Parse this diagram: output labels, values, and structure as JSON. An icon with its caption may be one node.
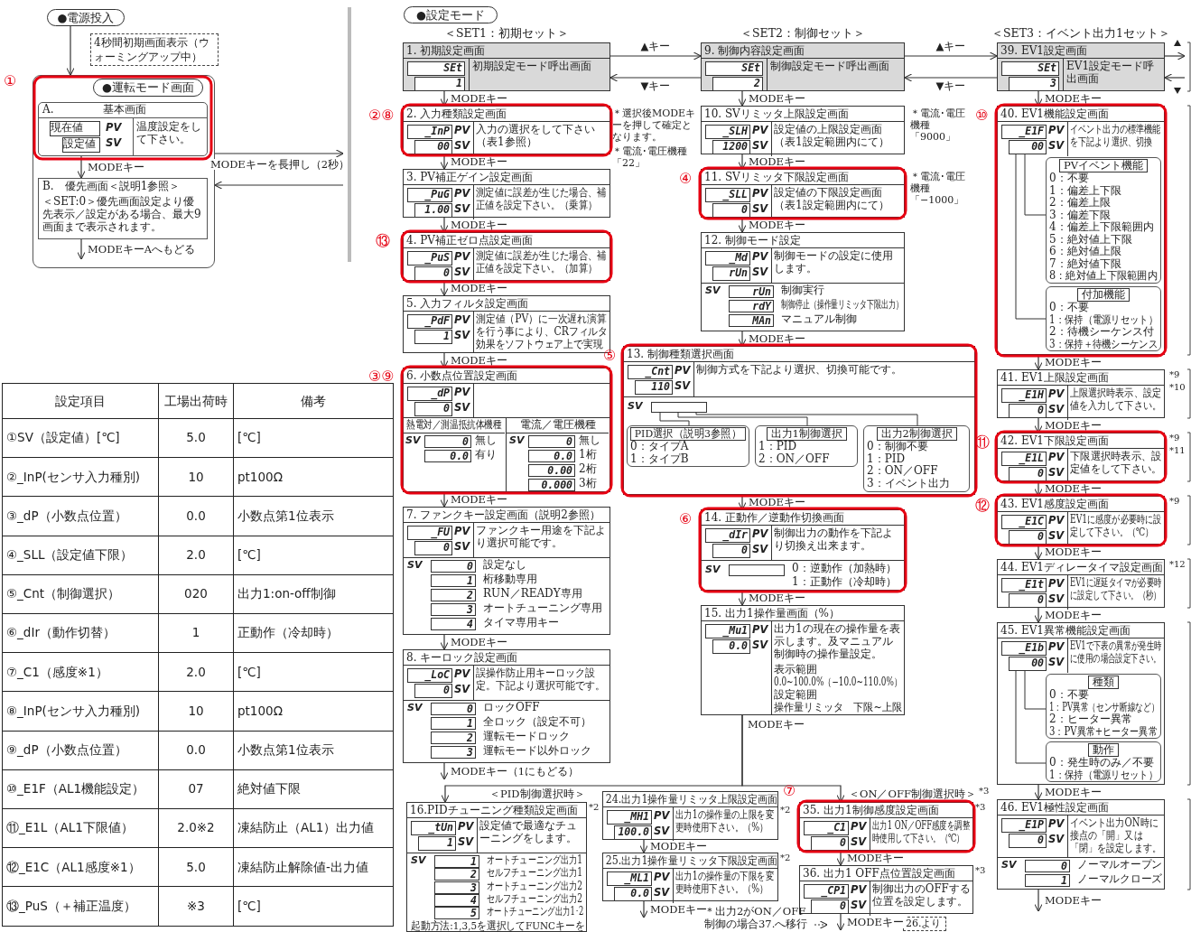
{
  "diagram": {
    "nodes": [
      {
        "text": [
          "●電源投入"
        ]
      },
      {
        "text": [
          "4秒間初期画面表示（ウォーミングアップ中）"
        ]
      },
      {
        "text": [
          "●運転モード画面"
        ]
      },
      {
        "text": [
          "A.",
          "基本画面",
          "現在値",
          "設定値",
          "PV",
          "SV",
          "温度設定をして下さい。"
        ],
        "in": 2
      },
      {
        "text": [
          "B.　優先画面＜説明1参照＞",
          "＜SET:0＞優先画面設定より優先表示／設定がある場合、最大9画面まで表示されます。"
        ],
        "in": 2
      },
      {
        "text": [
          "●設定モード"
        ]
      },
      {
        "text": [
          "1. 初期設定画面",
          "SEt",
          "1",
          "初期設定モード呼出画面"
        ]
      },
      {
        "text": [
          "2. 入力種類設定画面",
          "_InP",
          "00",
          "PV",
          "SV",
          "入力の選択をして下さい（表1参照）"
        ],
        "beside": [
          "＊選択後MODEキーを押して確定となります。",
          "＊電流･電圧機種「22」"
        ]
      },
      {
        "text": [
          "3. PV補正ゲイン設定画面",
          "_PuG",
          "1.00",
          "PV",
          "SV",
          "測定値に誤差が生じた場合、補正値を設定下さい。（乗算）"
        ]
      },
      {
        "text": [
          "4. PV補正ゼロ点設定画面",
          "_PuS",
          "0",
          "PV",
          "SV",
          "測定値に誤差が生じた場合、補正値を設定下さい。（加算）"
        ]
      },
      {
        "text": [
          "5. 入力フィルタ設定画面",
          "_PdF",
          "1",
          "PV",
          "SV",
          "測定値（PV）に一次遅れ演算を行う事により、CRフィルタ効果をソフトウェア上で実現"
        ]
      },
      {
        "text": [
          "6. 小数点位置設定画面",
          "_dP",
          "0",
          "PV",
          "SV"
        ]
      },
      {
        "text": [
          "熱電対／測温抵抗体機種",
          "SV",
          "0",
          "無し",
          "0.0",
          "有り"
        ],
        "in": 11
      },
      {
        "text": [
          "電流／電圧機種",
          "SV",
          "0",
          "無し",
          "0.0",
          "1桁",
          "0.00",
          "2桁",
          "0.000",
          "3桁"
        ],
        "in": 11
      },
      {
        "text": [
          "7. ファンクキー設定画面（説明2参照）",
          "_FU",
          "0",
          "PV",
          "SV",
          "ファンクキー用途を下記より選択可能です。",
          "SV",
          "0",
          "設定なし",
          "1",
          "桁移動専用",
          "2",
          "RUN／READY専用",
          "3",
          "オートチューニング専用",
          "4",
          "タイマ専用キー"
        ]
      },
      {
        "text": [
          "8. キーロック設定画面",
          "_LoC",
          "0",
          "PV",
          "SV",
          "誤操作防止用キーロック設定。下記より選択可能です。",
          "SV",
          "0",
          "ロックOFF",
          "1",
          "全ロック（設定不可）",
          "2",
          "運転モードロック",
          "3",
          "運転モード以外ロック"
        ]
      },
      {
        "text": [
          "9. 制御内容設定画面",
          "SEt",
          "2",
          "制御設定モード呼出画面"
        ]
      },
      {
        "text": [
          "10. SVリミッタ上限設定画面",
          "_SLH",
          "1200",
          "PV",
          "SV",
          "設定値の上限設定画面（表1設定範囲内にて）"
        ],
        "beside": [
          "＊電流･電圧機種「9000」"
        ]
      },
      {
        "text": [
          "11. SVリミッタ下限設定画面",
          "_SLL",
          "0",
          "PV",
          "SV",
          "設定値の下限設定画面（表1設定範囲内にて）"
        ],
        "beside": [
          "＊電流･電圧機種「−1000」"
        ]
      },
      {
        "text": [
          "12. 制御モード設定",
          "_Md",
          "rUn",
          "PV",
          "SV",
          "制御モードの設定に使用します。",
          "SV",
          "rUn",
          "制御実行",
          "rdY",
          "制御停止（操作量リミッタ下限出力）",
          "MAn",
          "マニュアル制御"
        ]
      },
      {
        "text": [
          "13. 制御種類選択画面",
          "_Cnt",
          "110",
          "PV",
          "SV",
          "制御方式を下記より選択、切換可能です。",
          "SV"
        ]
      },
      {
        "text": [
          "PID選択（説明3参照）",
          "0：タイプA",
          "1：タイプB"
        ],
        "in": 20
      },
      {
        "text": [
          "出力1制御選択",
          "1：PID",
          "2：ON／OFF"
        ],
        "in": 20
      },
      {
        "text": [
          "出力2制御選択",
          "0：制御不要",
          "1：PID",
          "2：ON／OFF",
          "3：イベント出力"
        ],
        "in": 20
      },
      {
        "text": [
          "14. 正動作／逆動作切換画面",
          "_dIr",
          "0",
          "PV",
          "SV",
          "制御出力の動作を下記より切換え出来ます。",
          "SV",
          "0：逆動作（加熱時）",
          "1：正動作（冷却時）"
        ]
      },
      {
        "text": [
          "15. 出力1操作量画面（%）",
          "_Mu1",
          "0.0",
          "PV",
          "SV",
          "出力1の現在の操作量を表示します。及マニュアル制御時の操作量設定。",
          "表示範囲",
          "0.0~100.0%（−10.0~110.0%）",
          "設定範囲",
          "操作量リミッタ　下限~上限"
        ]
      },
      {
        "text": [
          "16.PIDチューニング種類設定画面",
          "_tUn",
          "1",
          "PV",
          "SV",
          "設定値で最適なチューニングをします。",
          "SV",
          "1",
          "オートチューニング出力1",
          "2",
          "セルフチューニング出力1",
          "3",
          "オートチューニング出力2",
          "4",
          "セルフチューニング出力2",
          "5",
          "オートチューニング出力1･2",
          "起動方法:1,3,5を選択してFUNCキーを"
        ],
        "beside": [
          "*2"
        ]
      },
      {
        "text": [
          "24.出力1操作量リミッタ上限設定画面",
          "_MH1",
          "100.0",
          "PV",
          "SV",
          "出力1の操作量の上限を変更時使用下さい。（%）"
        ],
        "beside": [
          "*2"
        ]
      },
      {
        "text": [
          "25.出力1操作量リミッタ下限設定画面",
          "_ML1",
          "0.0",
          "PV",
          "SV",
          "出力1の操作量の下限を変更時使用下さい。（%）"
        ],
        "beside": [
          "*2"
        ]
      },
      {
        "text": [
          "35. 出力1制御感度設定画面",
          "_C1",
          "0",
          "PV",
          "SV",
          "出力1 ON／OFF感度を調整時使用して下さい。（℃）"
        ],
        "beside": [
          "*3"
        ]
      },
      {
        "text": [
          "36. 出力1 OFF点位置設定画面",
          "_CP1",
          "0",
          "PV",
          "SV",
          "制御出力のOFFする位置を設定します。"
        ],
        "beside": [
          "*3"
        ]
      },
      {
        "text": [
          "26.より"
        ]
      },
      {
        "text": [
          "39. EV1設定画面",
          "SEt",
          "3",
          "EV1設定モード呼出画面"
        ]
      },
      {
        "text": [
          "40. EV1機能設定画面",
          "_E1F",
          "00",
          "PV",
          "SV",
          "イベント出力の標準機能を下記より選択、切換"
        ]
      },
      {
        "text": [
          "PVイベント機能",
          "0：不要",
          "1：偏差上下限",
          "2：偏差上限",
          "3：偏差下限",
          "4：偏差上下限範囲内",
          "5：絶対値上下限",
          "6：絶対値上限",
          "7：絶対値下限",
          "8：絶対値上下限範囲内"
        ],
        "in": 33
      },
      {
        "text": [
          "付加機能",
          "0：不要",
          "1：保持（電源リセット）",
          "2：待機シーケンス付",
          "3：保持＋待機シーケンス"
        ],
        "in": 33
      },
      {
        "text": [
          "41. EV1上限設定画面",
          "_E1H",
          "0",
          "PV",
          "SV",
          "上限選択時表示、設定値を入力して下さい。"
        ],
        "beside": [
          "*9",
          "*10"
        ]
      },
      {
        "text": [
          "42. EV1下限設定画面",
          "_E1L",
          "0",
          "PV",
          "SV",
          "下限選択時表示、設定値をして下さい。"
        ],
        "beside": [
          "*9",
          "*11"
        ]
      },
      {
        "text": [
          "43. EV1感度設定画面",
          "_E1C",
          "0",
          "PV",
          "SV",
          "EV1に感度が必要時に設定して下さい。（℃）"
        ],
        "beside": [
          "*9"
        ]
      },
      {
        "text": [
          "44. EV1ディレータイマ設定画面",
          "_E1t",
          "0",
          "PV",
          "SV",
          "EV1に遅延タイマが必要時に設定して下さい。（秒）"
        ],
        "beside": [
          "*12"
        ]
      },
      {
        "text": [
          "45. EV1異常機能設定画面",
          "_E1b",
          "00",
          "PV",
          "SV",
          "EV1で下表の異常が発生時に使用の場合設定下さい。"
        ]
      },
      {
        "text": [
          "種類",
          "0：不要",
          "1：PV異常（センサ断線など）",
          "2：ヒーター異常",
          "3：PV異常+ヒーター異常"
        ],
        "in": 40
      },
      {
        "text": [
          "動作",
          "0：発生時のみ／不要",
          "1：保持（電源リセット）"
        ],
        "in": 40
      },
      {
        "text": [
          "46. EV1極性設定画面",
          "_E1P",
          "0",
          "PV",
          "SV",
          "イベント出力ON時に接点の「開」又は「閉」を設定します。",
          "SV",
          "0",
          "ノーマルオープン",
          "1",
          "ノーマルクローズ"
        ]
      }
    ],
    "edges": [
      {
        "from": 0,
        "to": 2,
        "arrow": "to"
      },
      {
        "from": 3,
        "to": 4,
        "arrow": "to",
        "label": "MODEキー"
      },
      {
        "from": 4,
        "to": null,
        "arrow": "to",
        "label": "MODEキーAへもどる"
      },
      {
        "from": 2,
        "to": null,
        "arrow": "to",
        "label": "MODEキーを長押し（2秒）"
      },
      {
        "from": null,
        "to": 2,
        "arrow": "to"
      },
      {
        "from": 6,
        "to": 16,
        "arrow": "to",
        "label": "▲キー"
      },
      {
        "from": 16,
        "to": 6,
        "arrow": "to",
        "label": "▼キー"
      },
      {
        "from": 16,
        "to": 32,
        "arrow": "to",
        "label": "▲キー"
      },
      {
        "from": 32,
        "to": 16,
        "arrow": "to",
        "label": "▼キー"
      },
      {
        "from": 32,
        "to": null,
        "arrow": "to"
      },
      {
        "from": null,
        "to": 32,
        "arrow": "to"
      },
      {
        "from": 6,
        "to": 7,
        "arrow": "to",
        "label": "MODEキー"
      },
      {
        "from": 7,
        "to": 8,
        "arrow": "to",
        "label": "MODEキー"
      },
      {
        "from": 8,
        "to": 9,
        "arrow": "to",
        "label": "MODEキー"
      },
      {
        "from": 9,
        "to": 10,
        "arrow": "to",
        "label": "MODEキー"
      },
      {
        "from": 10,
        "to": 11,
        "arrow": "to",
        "label": "MODEキー"
      },
      {
        "from": 11,
        "to": 14,
        "arrow": "to",
        "label": "MODEキー"
      },
      {
        "from": 14,
        "to": 15,
        "arrow": "to",
        "label": "MODEキー"
      },
      {
        "from": 15,
        "to": null,
        "arrow": "to",
        "label": "MODEキー（1にもどる）"
      },
      {
        "from": 16,
        "to": 17,
        "arrow": "to",
        "label": "MODEキー"
      },
      {
        "from": 17,
        "to": 18,
        "arrow": "to",
        "label": "MODEキー"
      },
      {
        "from": 18,
        "to": 19,
        "arrow": "to",
        "label": "MODEキー"
      },
      {
        "from": 19,
        "to": 20,
        "arrow": "to",
        "label": "MODEキー"
      },
      {
        "from": 20,
        "to": 24,
        "arrow": "to",
        "label": "MODEキー"
      },
      {
        "from": 24,
        "to": 25,
        "arrow": "to",
        "label": "MODEキー"
      },
      {
        "from": 25,
        "to": 26,
        "arrow": "to",
        "label": "＜PID制御選択時＞"
      },
      {
        "from": 25,
        "to": 29,
        "arrow": "to",
        "label": "＜ON／OFF制御選択時＞"
      },
      {
        "from": 27,
        "to": 28,
        "arrow": "to",
        "label": "MODEキー"
      },
      {
        "from": 28,
        "to": null,
        "arrow": "to",
        "label": "MODEキー"
      },
      {
        "from": 29,
        "to": 30,
        "arrow": "to",
        "label": "MODEキー"
      },
      {
        "from": 30,
        "to": null,
        "arrow": "to",
        "label": "MODEキー"
      },
      {
        "from": 32,
        "to": 33,
        "arrow": "to",
        "label": "MODEキー"
      },
      {
        "from": 33,
        "to": 36,
        "arrow": "to",
        "label": "MODEキー"
      },
      {
        "from": 36,
        "to": 37,
        "arrow": "to",
        "label": "MODEキー"
      },
      {
        "from": 37,
        "to": 38,
        "arrow": "to",
        "label": "MODEキー"
      },
      {
        "from": 38,
        "to": 39,
        "arrow": "to",
        "label": "MODEキー"
      },
      {
        "from": 39,
        "to": 40,
        "arrow": "to",
        "label": "MODEキー"
      },
      {
        "from": 40,
        "to": 43,
        "arrow": "to",
        "label": "MODEキー"
      },
      {
        "from": 43,
        "to": null,
        "arrow": "to",
        "label": "MODEキー"
      }
    ],
    "labels": [
      "①",
      "②⑧",
      "⑬",
      "③⑨",
      "＜SET1：初期セット＞",
      "＜SET2：制御セット＞",
      "④",
      "⑤",
      "⑥",
      "MODEキー",
      "⑦",
      "＊出力2がON／OFF制御の場合37.へ移行",
      "＜SET3：イベント出力1セット＞",
      "⑩",
      "⑪",
      "⑫",
      "*3",
      "設定項目",
      "工場出荷時",
      "備考",
      "①SV（設定値）[℃]",
      "5.0",
      "[℃]",
      "②_InP(センサ入力種別)",
      "10",
      "pt100Ω",
      "③_dP（小数点位置）",
      "0.0",
      "小数点第1位表示",
      "④_SLL（設定値下限）",
      "2.0",
      "[℃]",
      "⑤_Cnt（制御選択）",
      "020",
      "出力1:on-off制御",
      "⑥_dIr（動作切替）",
      "1",
      "正動作（冷却時）",
      "⑦_C1（感度※1）",
      "2.0",
      "[℃]",
      "⑧_InP(センサ入力種別)",
      "10",
      "pt100Ω",
      "⑨_dP（小数点位置）",
      "0.0",
      "小数点第1位表示",
      "⑩_E1F（AL1機能設定）",
      "07",
      "絶対値下限",
      "⑪_E1L（AL1下限値）",
      "2.0※2",
      "凍結防止（AL1）出力値",
      "⑫_E1C（AL1感度※1）",
      "5.0",
      "凍結防止解除値-出力値",
      "⑬_PuS（＋補正温度）",
      "※3",
      "[℃]"
    ]
  }
}
